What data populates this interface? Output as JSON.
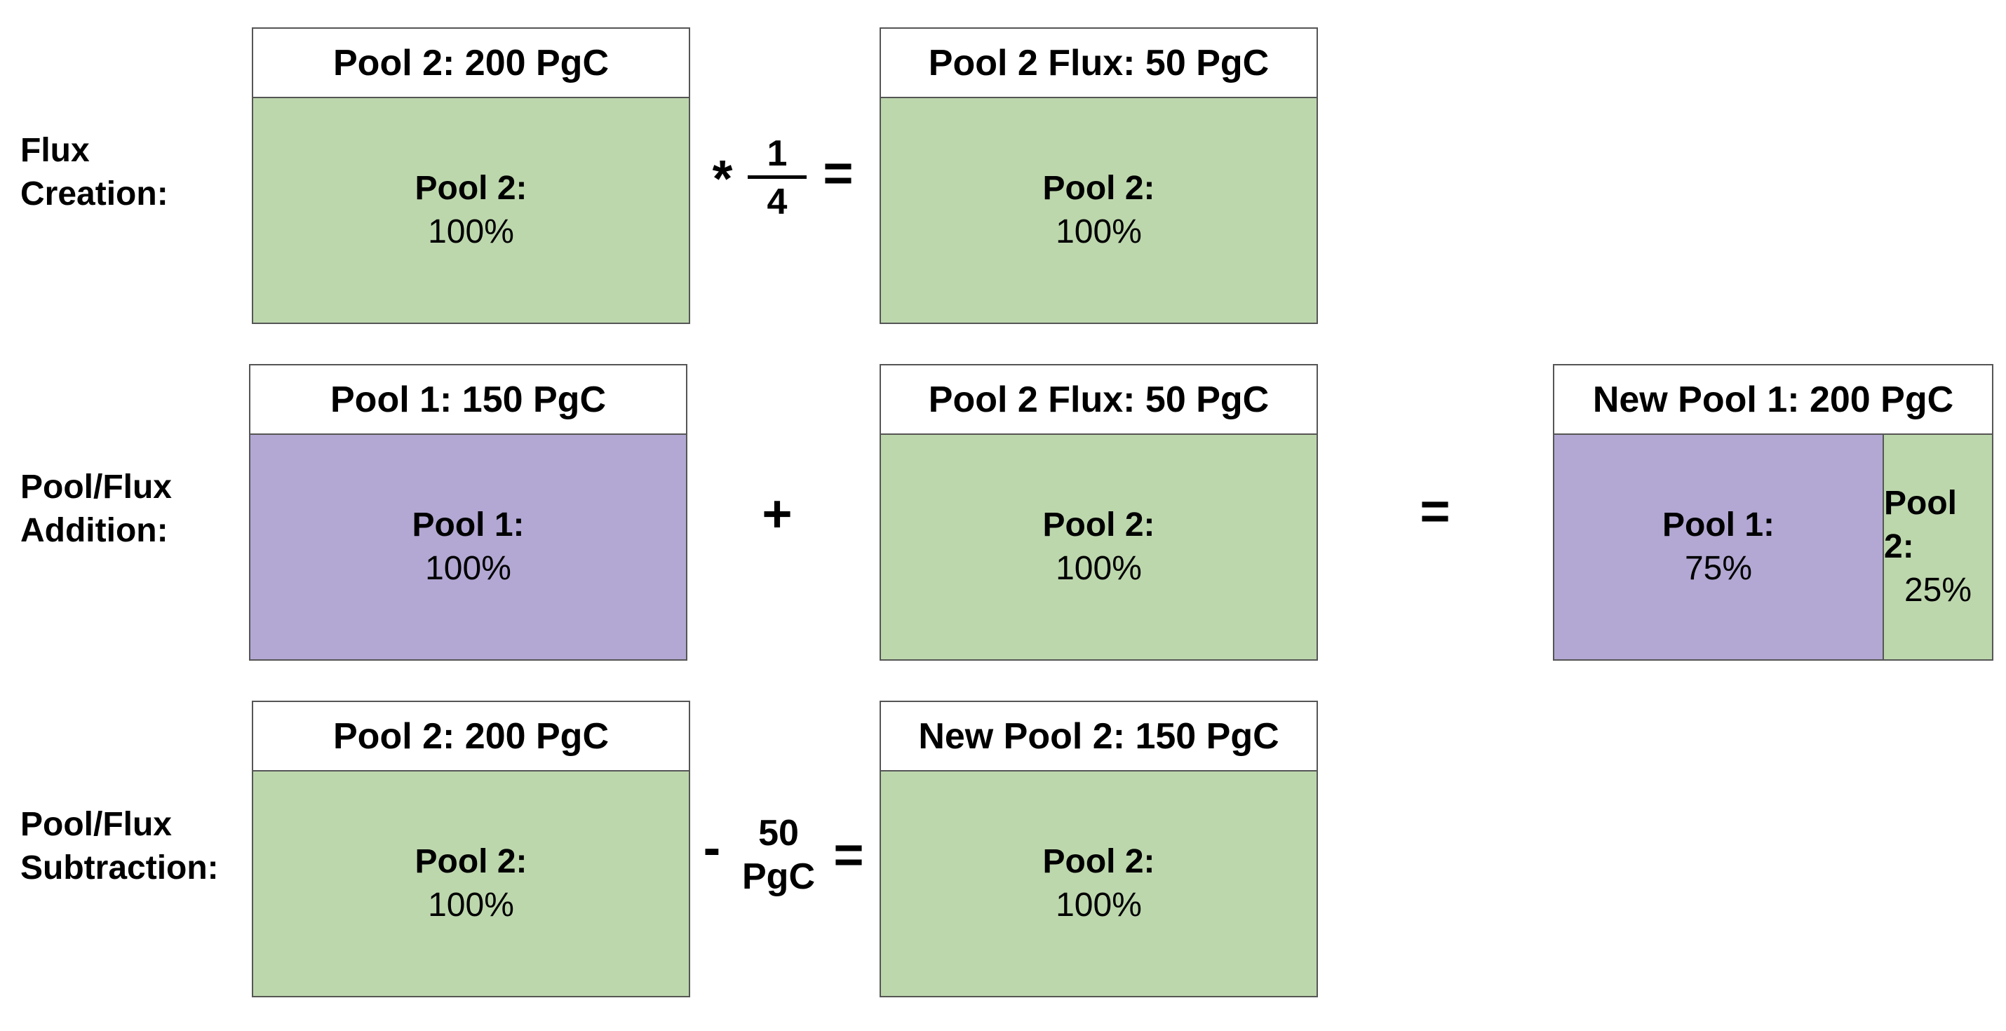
{
  "colors": {
    "pool1": "#b3a8d3",
    "pool2": "#bdd7ad",
    "border": "#555555"
  },
  "rows": {
    "creation": {
      "label_line1": "Flux",
      "label_line2": "Creation:",
      "pool_a": {
        "title": "Pool 2: 200 PgC",
        "name": "Pool 2:",
        "pct": "100%"
      },
      "op": "*",
      "frac_num": "1",
      "frac_den": "4",
      "eq": "=",
      "pool_b": {
        "title": "Pool 2 Flux: 50 PgC",
        "name": "Pool 2:",
        "pct": "100%"
      }
    },
    "addition": {
      "label_line1": "Pool/Flux",
      "label_line2": "Addition:",
      "pool_a": {
        "title": "Pool 1: 150 PgC",
        "name": "Pool 1:",
        "pct": "100%"
      },
      "op": "+",
      "pool_b": {
        "title": "Pool 2 Flux: 50 PgC",
        "name": "Pool 2:",
        "pct": "100%"
      },
      "eq": "=",
      "pool_c": {
        "title": "New Pool 1: 200 PgC",
        "seg1": {
          "name": "Pool 1:",
          "pct": "75%",
          "fraction": 0.75
        },
        "seg2": {
          "name": "Pool 2:",
          "pct": "25%",
          "fraction": 0.25
        }
      }
    },
    "subtraction": {
      "label_line1": "Pool/Flux",
      "label_line2": "Subtraction:",
      "pool_a": {
        "title": "Pool 2: 200 PgC",
        "name": "Pool 2:",
        "pct": "100%"
      },
      "op": "-",
      "amount_line1": "50",
      "amount_line2": "PgC",
      "eq": "=",
      "pool_b": {
        "title": "New Pool 2: 150 PgC",
        "name": "Pool 2:",
        "pct": "100%"
      }
    }
  }
}
